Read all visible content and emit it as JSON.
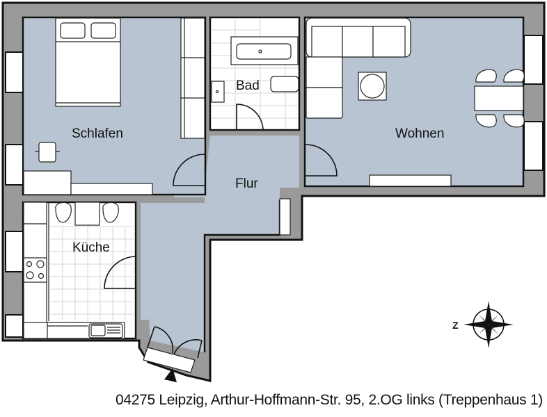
{
  "plan": {
    "type": "apartment floor plan",
    "rooms": [
      {
        "id": "schlafen",
        "label": "Schlafen"
      },
      {
        "id": "bad",
        "label": "Bad"
      },
      {
        "id": "wohnen",
        "label": "Wohnen"
      },
      {
        "id": "flur",
        "label": "Flur"
      },
      {
        "id": "kueche",
        "label": "Küche"
      }
    ],
    "compass": {
      "label": "Z",
      "icon": "compass-rose-icon"
    },
    "entrance_marker": "triangle-entrance-icon"
  },
  "caption": {
    "address": "04275 Leipzig, Arthur-Hoffmann-Str. 95, 2.OG links (Treppenhaus 1)"
  },
  "colors": {
    "wall": "#9a9a9a",
    "floor": "#b8c4d1",
    "tile": "#ffffff",
    "outline": "#111111"
  }
}
